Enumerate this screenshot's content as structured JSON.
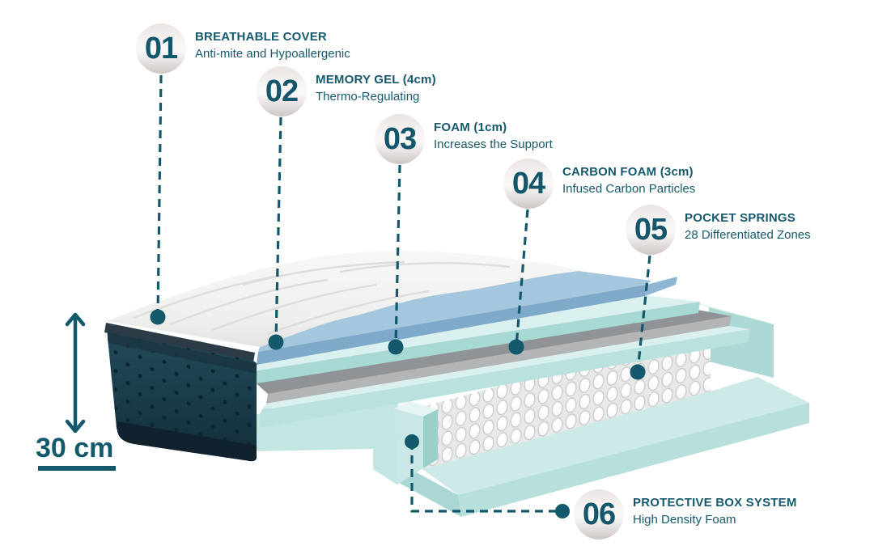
{
  "callouts": [
    {
      "number": "01",
      "title": "BREATHABLE COVER",
      "subtitle": "Anti-mite and Hypoallergenic"
    },
    {
      "number": "02",
      "title": "MEMORY GEL (4cm)",
      "subtitle": "Thermo-Regulating"
    },
    {
      "number": "03",
      "title": "FOAM (1cm)",
      "subtitle": "Increases the Support"
    },
    {
      "number": "04",
      "title": "CARBON FOAM (3cm)",
      "subtitle": "Infused Carbon Particles"
    },
    {
      "number": "05",
      "title": "POCKET SPRINGS",
      "subtitle": "28 Differentiated Zones"
    },
    {
      "number": "06",
      "title": "PROTECTIVE BOX SYSTEM",
      "subtitle": "High Density Foam"
    }
  ],
  "measurement": {
    "label": "30 cm"
  },
  "colors": {
    "accent": "#14596B",
    "callout_number": "#14566B",
    "circle_gradient_top": "#EAE4E2",
    "circle_gradient_bottom": "#CDC7C5",
    "cover_layer": "#F2F2F1",
    "memory_gel_layer": "#7EA9C8",
    "foam_layer": "#A8D8D4",
    "carbon_foam_layer": "#8F9396",
    "pocket_springs_layer": "#F5F5F5",
    "box_foam_layer": "#BFE4E1",
    "side_fabric": "#1B3642"
  }
}
